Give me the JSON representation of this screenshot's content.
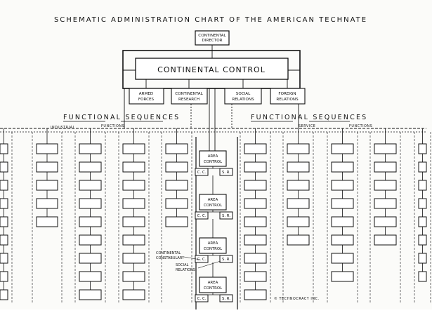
{
  "title": "SCHEMATIC ADMINISTRATION CHART OF THE AMERICAN TECHNATE",
  "continental_director": [
    "CONTINENTAL",
    "DIRECTOR"
  ],
  "continental_control": "CONTINENTAL CONTROL",
  "departments": [
    {
      "lines": [
        "ARMED",
        "FORCES"
      ]
    },
    {
      "lines": [
        "CONTINENTAL",
        "RESEARCH"
      ]
    },
    {
      "lines": [
        "SOCIAL",
        "RELATIONS"
      ]
    },
    {
      "lines": [
        "FOREIGN",
        "RELATIONS"
      ]
    }
  ],
  "left_sequences": {
    "title": "FUNCTIONAL SEQUENCES",
    "word1": "INDUSTRIAL",
    "word2": "FUNCTIONS"
  },
  "right_sequences": {
    "title": "FUNCTIONAL SEQUENCES",
    "word1": "SERVICE",
    "word2": "FUNCTIONS"
  },
  "area_control": {
    "lines": [
      "AREA",
      "CONTROL"
    ],
    "cc_label": "C. C.",
    "sr_label": "S. R."
  },
  "notes": {
    "constabulary": [
      "CONTINENTAL",
      "CONSTABULARY"
    ],
    "social_relations": [
      "SOCIAL",
      "RELATIONS"
    ]
  },
  "copyright": "© TECHNOCRACY INC.",
  "colors": {
    "ink": "#111111",
    "paper": "#fbfbf9"
  }
}
